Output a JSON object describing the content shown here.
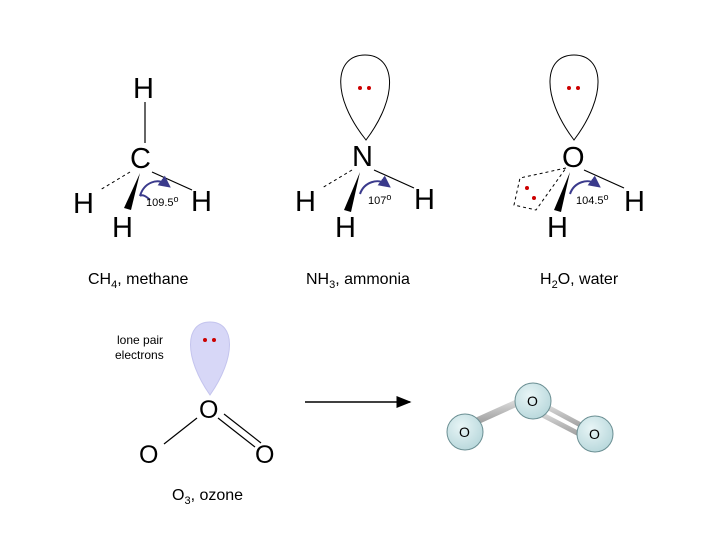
{
  "methane": {
    "atoms": {
      "top_h": "H",
      "center": "C",
      "left_h": "H",
      "front_h": "H",
      "right_h": "H"
    },
    "angle": "109.5",
    "caption": {
      "formula_pre": "CH",
      "subscript": "4",
      "formula_post": ", methane"
    }
  },
  "ammonia": {
    "atoms": {
      "center": "N",
      "left_h": "H",
      "front_h": "H",
      "right_h": "H"
    },
    "angle": "107",
    "caption": {
      "formula_pre": "NH",
      "subscript": "3",
      "formula_post": ", ammonia"
    }
  },
  "water": {
    "atoms": {
      "center": "O",
      "front_h": "H",
      "right_h": "H"
    },
    "angle": "104.5",
    "caption": {
      "formula_pre": "H",
      "subscript": "2",
      "formula_post": "O, water"
    }
  },
  "ozone": {
    "lone_pair_label_line1": "lone pair",
    "lone_pair_label_line2": "electrons",
    "atoms": {
      "top": "O",
      "left": "O",
      "right": "O"
    },
    "caption": {
      "formula_pre": "O",
      "subscript": "3",
      "formula_post": ", ozone"
    }
  },
  "ball_model": {
    "atoms": {
      "top": "O",
      "left": "O",
      "right": "O"
    }
  },
  "colors": {
    "lone_pair_dots": "#cc0000",
    "angle_arrow": "#3a3a8c",
    "lone_pair_lobe": "#d7d7f7",
    "ball_fill": "#c9e3e6"
  }
}
